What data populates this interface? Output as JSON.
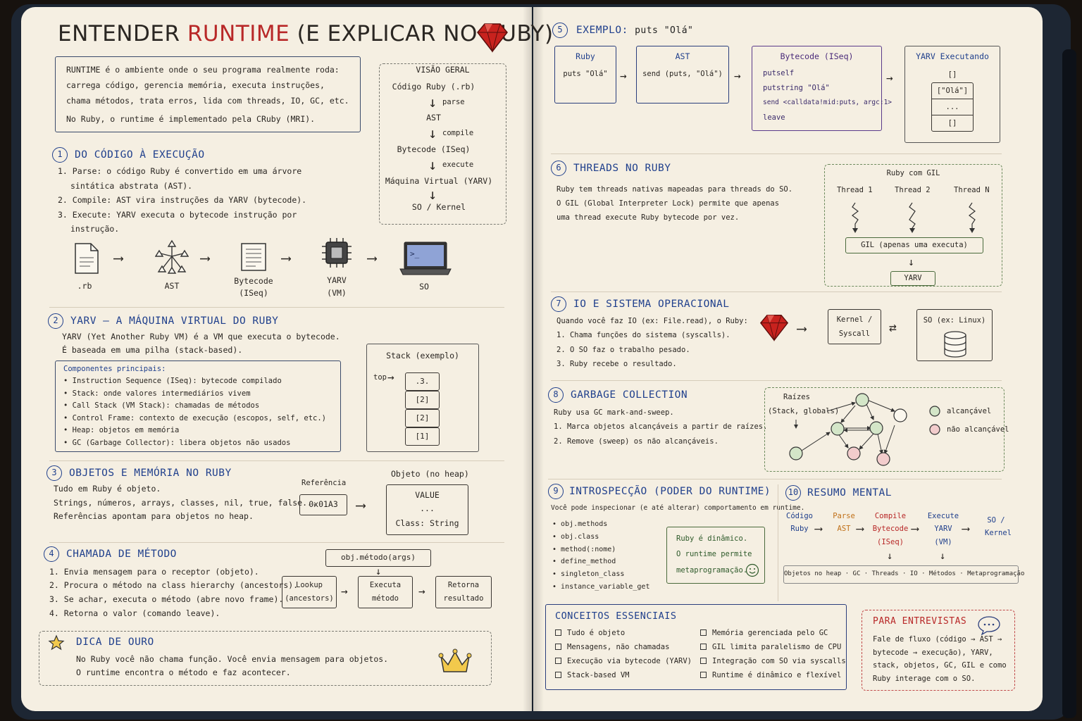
{
  "title": {
    "a": "ENTENDER",
    "b": "RUNTIME",
    "c": "(E EXPLICAR NO RUBY)"
  },
  "intro": [
    "RUNTIME é o ambiente onde o seu programa realmente roda:",
    "carrega código, gerencia memória, executa instruções,",
    "chama métodos, trata erros, lida com threads, IO, GC, etc.",
    "No Ruby, o runtime é implementado pela CRuby (MRI)."
  ],
  "overview": {
    "title": "VISÃO GERAL",
    "steps": [
      "Código Ruby (.rb)",
      "AST",
      "Bytecode (ISeq)",
      "Máquina Virtual (YARV)",
      "SO / Kernel"
    ],
    "edges": [
      "parse",
      "compile",
      "execute"
    ]
  },
  "s1": {
    "num": "1",
    "title": "DO CÓDIGO À EXECUÇÃO",
    "items": [
      "1. Parse: o código Ruby é convertido em uma árvore",
      "sintática abstrata (AST).",
      "2. Compile: AST vira instruções da YARV (bytecode).",
      "3. Execute: YARV executa o bytecode instrução por",
      "instrução."
    ],
    "pipeline": [
      ".rb",
      "AST",
      "Bytecode",
      "(ISeq)",
      "YARV",
      "(VM)",
      "SO"
    ]
  },
  "s2": {
    "num": "2",
    "title": "YARV – A MÁQUINA VIRTUAL DO RUBY",
    "lines": [
      "YARV (Yet Another Ruby VM) é a VM que executa o bytecode.",
      "É baseada em uma pilha (stack-based)."
    ],
    "comp_title": "Componentes principais:",
    "components": [
      "Instruction Sequence (ISeq): bytecode compilado",
      "Stack: onde valores intermediários vivem",
      "Call Stack (VM Stack): chamadas de métodos",
      "Control Frame: contexto de execução (escopos, self, etc.)",
      "Heap: objetos em memória",
      "GC (Garbage Collector): libera objetos não usados"
    ],
    "stack_title": "Stack (exemplo)",
    "stack_top": "top",
    "stack": [
      ".3.",
      "[2]",
      "[2]",
      "[1]"
    ]
  },
  "s3": {
    "num": "3",
    "title": "OBJETOS E MEMÓRIA NO RUBY",
    "lines": [
      "Tudo em Ruby é objeto.",
      "Strings, números, arrays, classes, nil, true, false...",
      "Referências apontam para objetos no heap."
    ],
    "ref_label": "Referência",
    "ref": "0x01A3",
    "obj_label": "Objeto (no heap)",
    "obj": [
      "VALUE",
      "...",
      "Class: String"
    ]
  },
  "s4": {
    "num": "4",
    "title": "CHAMADA DE MÉTODO",
    "items": [
      "1. Envia mensagem para o receptor (objeto).",
      "2. Procura o método na class hierarchy (ancestors).",
      "3. Se achar, executa o método (abre novo frame).",
      "4. Retorna o valor (comando leave)."
    ],
    "call": "obj.método(args)",
    "boxes": [
      [
        "Lookup",
        "(ancestors)"
      ],
      [
        "Executa",
        "método"
      ],
      [
        "Retorna",
        "resultado"
      ]
    ]
  },
  "tip": {
    "title": "DICA DE OURO",
    "lines": [
      "No Ruby você não chama função. Você envia mensagem para objetos.",
      "O runtime encontra o método e faz acontecer."
    ]
  },
  "s5": {
    "num": "5",
    "title": "EXEMPLO:",
    "code": "puts \"Olá\"",
    "ruby": [
      "Ruby",
      "puts \"Olá\""
    ],
    "ast": [
      "AST",
      "send (puts, \"Olá\")"
    ],
    "bytecode": [
      "Bytecode (ISeq)",
      "putself",
      "putstring \"Olá\"",
      "send <calldata!mid:puts, argc:1>",
      "leave"
    ],
    "yarv": [
      "YARV Executando",
      "[]",
      "[\"Olá\"]",
      "...",
      "[]"
    ]
  },
  "s6": {
    "num": "6",
    "title": "THREADS NO RUBY",
    "lines": [
      "Ruby tem threads nativas mapeadas para threads do SO.",
      "O GIL (Global Interpreter Lock) permite que apenas",
      "uma thread execute Ruby bytecode por vez."
    ],
    "diag_title": "Ruby com GIL",
    "threads": [
      "Thread 1",
      "Thread 2",
      "Thread N"
    ],
    "gil": "GIL (apenas uma executa)",
    "yarv": "YARV"
  },
  "s7": {
    "num": "7",
    "title": "IO E SISTEMA OPERACIONAL",
    "lines": [
      "Quando você faz IO (ex: File.read), o Ruby:",
      "1. Chama funções do sistema (syscalls).",
      "2. O SO faz o trabalho pesado.",
      "3. Ruby recebe o resultado."
    ],
    "kernel": [
      "Kernel /",
      "Syscall"
    ],
    "so": "SO (ex: Linux)"
  },
  "s8": {
    "num": "8",
    "title": "GARBAGE COLLECTION",
    "lines": [
      "Ruby usa GC mark-and-sweep.",
      "1. Marca objetos alcançáveis a partir de raízes.",
      "2. Remove (sweep) os não alcançáveis."
    ],
    "roots": [
      "Raízes",
      "(Stack, globals)"
    ],
    "legend": [
      "alcançável",
      "não alcançável"
    ],
    "colors": {
      "reachable": "#d4e6c8",
      "unreachable": "#f2cccc"
    }
  },
  "s9": {
    "num": "9",
    "title": "INTROSPECÇÃO (PODER DO RUNTIME)",
    "intro": "Você pode inspecionar (e até alterar) comportamento em runtime.",
    "items": [
      "obj.methods",
      "obj.class",
      "method(:nome)",
      "define_method",
      "singleton_class",
      "instance_variable_get"
    ],
    "note": [
      "Ruby é dinâmico.",
      "O runtime permite",
      "metaprogramação."
    ]
  },
  "s10": {
    "num": "10",
    "title": "RESUMO MENTAL",
    "flow": [
      [
        "Código",
        "Ruby"
      ],
      [
        "Parse",
        "AST"
      ],
      [
        "Compile",
        "Bytecode",
        "(ISeq)"
      ],
      [
        "Execute",
        "YARV",
        "(VM)"
      ],
      [
        "SO /",
        "Kernel"
      ]
    ],
    "footer": "Objetos no heap · GC · Threads · IO · Métodos · Metaprogramação"
  },
  "concepts": {
    "title": "CONCEITOS ESSENCIAIS",
    "left": [
      "Tudo é objeto",
      "Mensagens, não chamadas",
      "Execução via bytecode (YARV)",
      "Stack-based VM"
    ],
    "right": [
      "Memória gerenciada pelo GC",
      "GIL limita paralelismo de CPU",
      "Integração com SO via syscalls",
      "Runtime é dinâmico e flexível"
    ]
  },
  "interview": {
    "title": "PARA ENTREVISTAS",
    "lines": [
      "Fale de fluxo (código → AST →",
      "bytecode → execução), YARV,",
      "stack, objetos, GC, GIL e como",
      "Ruby interage com o SO."
    ]
  }
}
